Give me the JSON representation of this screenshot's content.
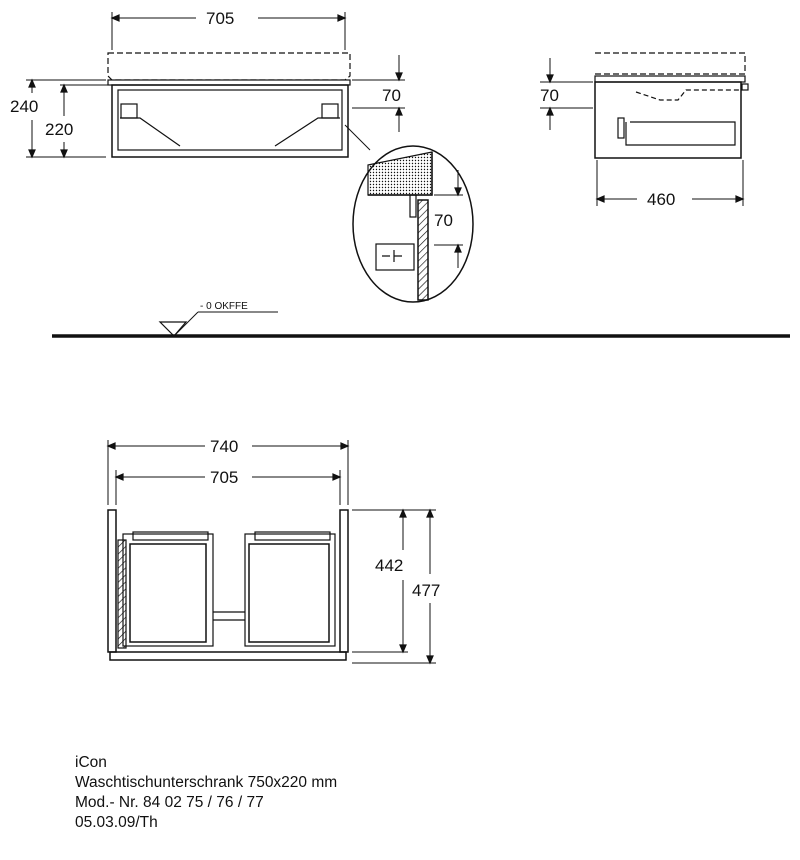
{
  "top_front": {
    "width": "705",
    "height_total": "240",
    "height_body": "220",
    "inset": "70"
  },
  "detail": {
    "dim": "70"
  },
  "side": {
    "top_dim": "70",
    "depth": "460"
  },
  "floor_label": "- 0 OKFFE",
  "bottom": {
    "width_total": "740",
    "width_inner": "705",
    "height_inner": "442",
    "height_total": "477"
  },
  "caption": {
    "line1": "iCon",
    "line2": "Waschtischunterschrank 750x220 mm",
    "line3": "Mod.- Nr. 84 02 75 / 76 / 77",
    "line4": "05.03.09/Th"
  }
}
